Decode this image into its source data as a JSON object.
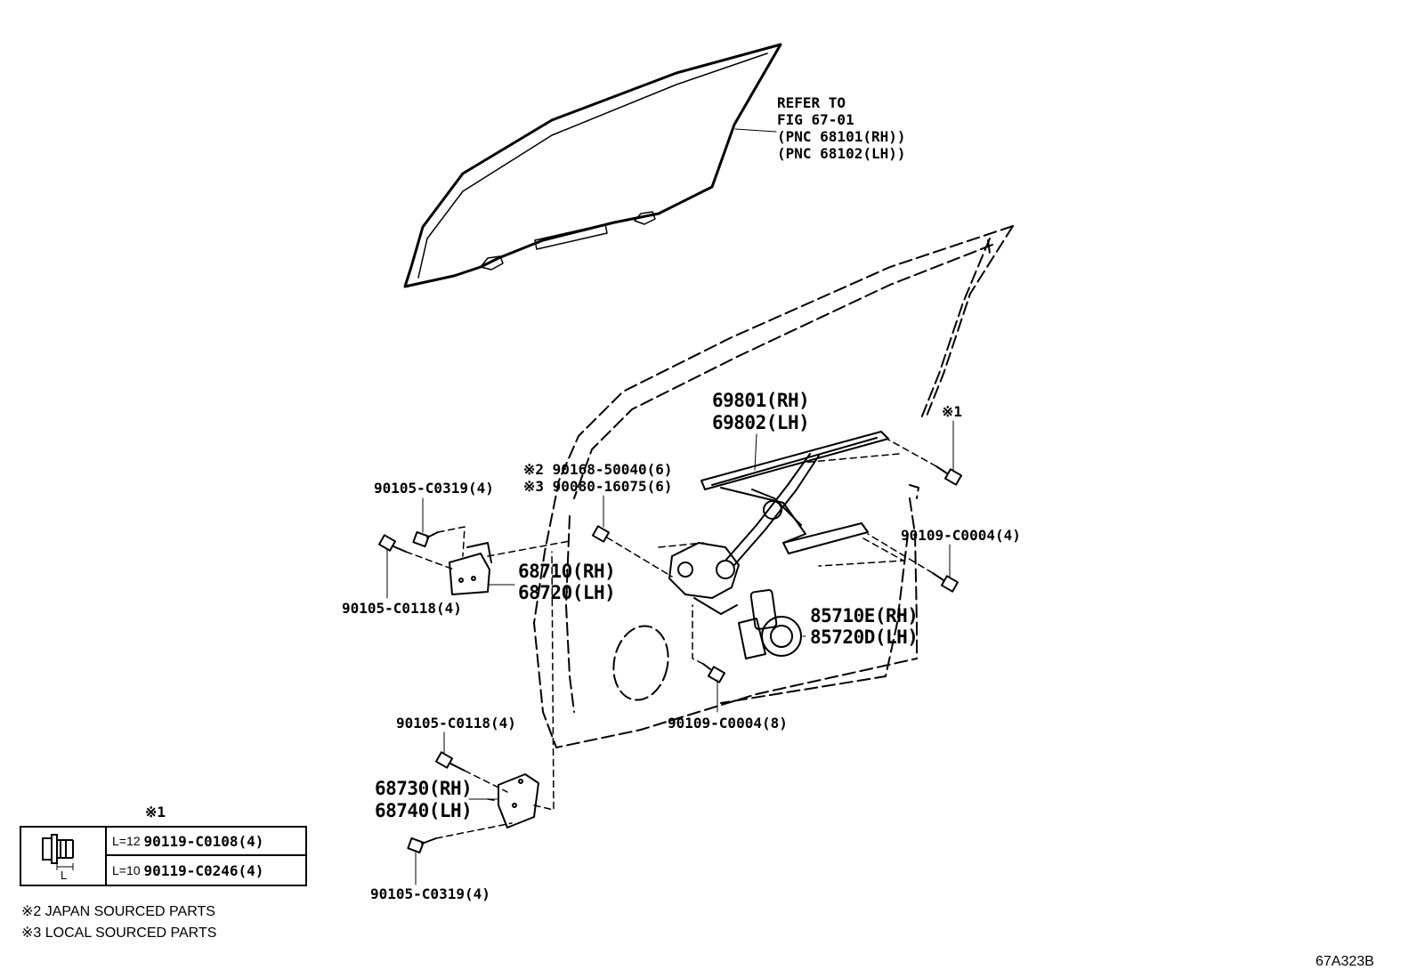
{
  "refer_note": {
    "line1": "REFER TO",
    "line2": "FIG 67-01",
    "line3": "(PNC 68101(RH))",
    "line4": "(PNC 68102(LH))"
  },
  "regulator": {
    "rh": "69801(RH)",
    "lh": "69802(LH)"
  },
  "bolt_note1_mark": "※1",
  "bolt_right": "90109-C0004(4)",
  "nut_japan": "※2 90168-50040(6)",
  "nut_local": "※3 90080-16075(6)",
  "upper_hinge": {
    "bolt_top": "90105-C0319(4)",
    "bolt_bottom": "90105-C0118(4)",
    "rh": "68710(RH)",
    "lh": "68720(LH)"
  },
  "motor": {
    "rh": "85710E(RH)",
    "lh": "85720D(LH)"
  },
  "motor_bolt": "90109-C0004(8)",
  "lower_hinge": {
    "bolt_top": "90105-C0118(4)",
    "rh": "68730(RH)",
    "lh": "68740(LH)",
    "bolt_bottom": "90105-C0319(4)"
  },
  "legend": {
    "mark": "※1",
    "icon_label": "L",
    "rows": [
      {
        "length": "L=12",
        "part": "90119-C0108(4)"
      },
      {
        "length": "L=10",
        "part": "90119-C0246(4)"
      }
    ]
  },
  "footnotes": {
    "japan": "※2 JAPAN SOURCED PARTS",
    "local": "※3 LOCAL SOURCED PARTS"
  },
  "figure_code": "67A323B"
}
